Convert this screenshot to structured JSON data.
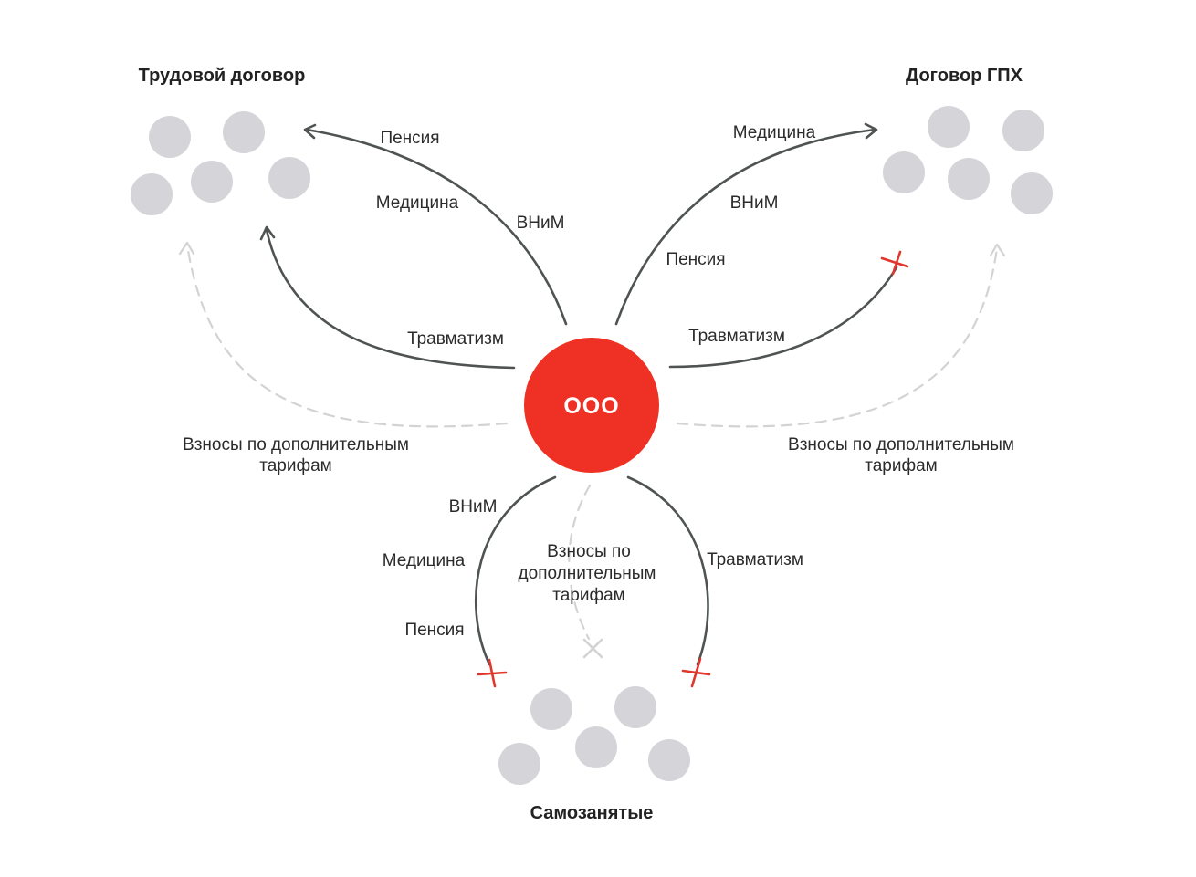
{
  "center": {
    "label": "ООО",
    "color": "#ee3124"
  },
  "groups": {
    "labor": {
      "title": "Трудовой договор"
    },
    "gph": {
      "title": "Договор ГПХ"
    },
    "self": {
      "title": "Самозанятые"
    }
  },
  "labels": {
    "labor_pension": "Пенсия",
    "labor_medicine": "Медицина",
    "labor_vnim": "ВНиМ",
    "labor_injury": "Травматизм",
    "labor_extra_line1": "Взносы по дополнительным",
    "labor_extra_line2": "тарифам",
    "gph_medicine": "Медицина",
    "gph_vnim": "ВНиМ",
    "gph_pension": "Пенсия",
    "gph_injury": "Травматизм",
    "gph_extra_line1": "Взносы по дополнительным",
    "gph_extra_line2": "тарифам",
    "self_vnim": "ВНиМ",
    "self_medicine": "Медицина",
    "self_pension": "Пенсия",
    "self_extra_line1": "Взносы по",
    "self_extra_line2": "дополнительным",
    "self_extra_line3": "тарифам",
    "self_injury": "Травматизм"
  },
  "colors": {
    "arrow": "#4f5453",
    "dashed": "#d3d3d3",
    "cross": "#e0362b",
    "person": "#d4d4d9"
  }
}
